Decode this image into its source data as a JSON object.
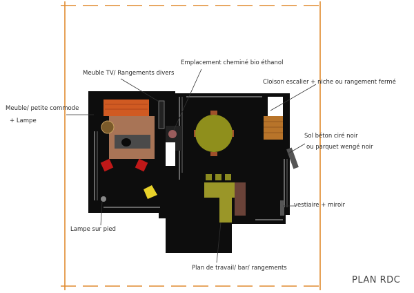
{
  "plan": {
    "title": "PLAN RDC",
    "labels": {
      "meuble_tv": "Meuble TV/  Rangements divers",
      "cheminee": "Emplacement cheminé bio éthanol",
      "cloison": "Cloison escalier + niche ou rangement fermé",
      "commode_line1": "Meuble/  petite commode",
      "commode_line2": "+ Lampe",
      "sol_line1": "Sol béton ciré noir",
      "sol_line2": "ou parquet wengé noir",
      "vestiaire": "vestiaire + miroir",
      "lampe_pied": "Lampe sur pied",
      "plan_travail": "Plan de travail/  bar/ rangements"
    }
  },
  "colors": {
    "border": "#e08a2e",
    "floor": "#0d0d0d",
    "wall": "#1a1a1a",
    "rug": "#a87456",
    "sofa": "#d05a22",
    "table": "#8f8f1c",
    "chair": "#a0502a",
    "armchair": "#c01818",
    "lamp": "#e8d22a",
    "counter": "#9a9628",
    "cabinet": "#6a4238",
    "fireplace": "#9a5c5c",
    "stairs": "#b8742a",
    "leader": "#333333"
  }
}
